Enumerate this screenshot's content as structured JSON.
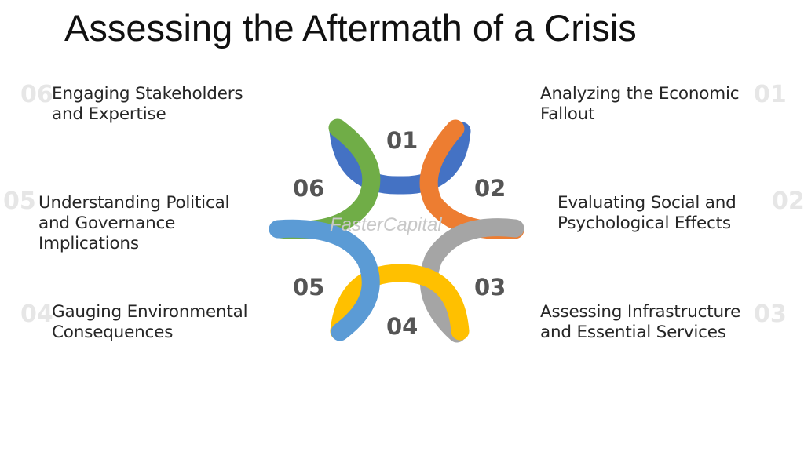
{
  "title": "Assessing the Aftermath of a Crisis",
  "watermark": "FasterCapital",
  "colors": {
    "blue": "#4472C4",
    "orange": "#ED7D31",
    "gray": "#A5A5A5",
    "yellow": "#FFC000",
    "lightblue": "#5B9BD5",
    "green": "#70AD47"
  },
  "steps": [
    {
      "num": "01",
      "lines": [
        "Analyzing the Economic",
        "Fallout"
      ]
    },
    {
      "num": "02",
      "lines": [
        "Evaluating Social and",
        "Psychological Effects"
      ]
    },
    {
      "num": "03",
      "lines": [
        "Assessing Infrastructure",
        "and Essential Services"
      ]
    },
    {
      "num": "04",
      "lines": [
        "Gauging Environmental",
        "Consequences"
      ]
    },
    {
      "num": "05",
      "lines": [
        "Understanding Political",
        "and Governance",
        "Implications"
      ]
    },
    {
      "num": "06",
      "lines": [
        "Engaging Stakeholders",
        "and Expertise"
      ]
    }
  ]
}
